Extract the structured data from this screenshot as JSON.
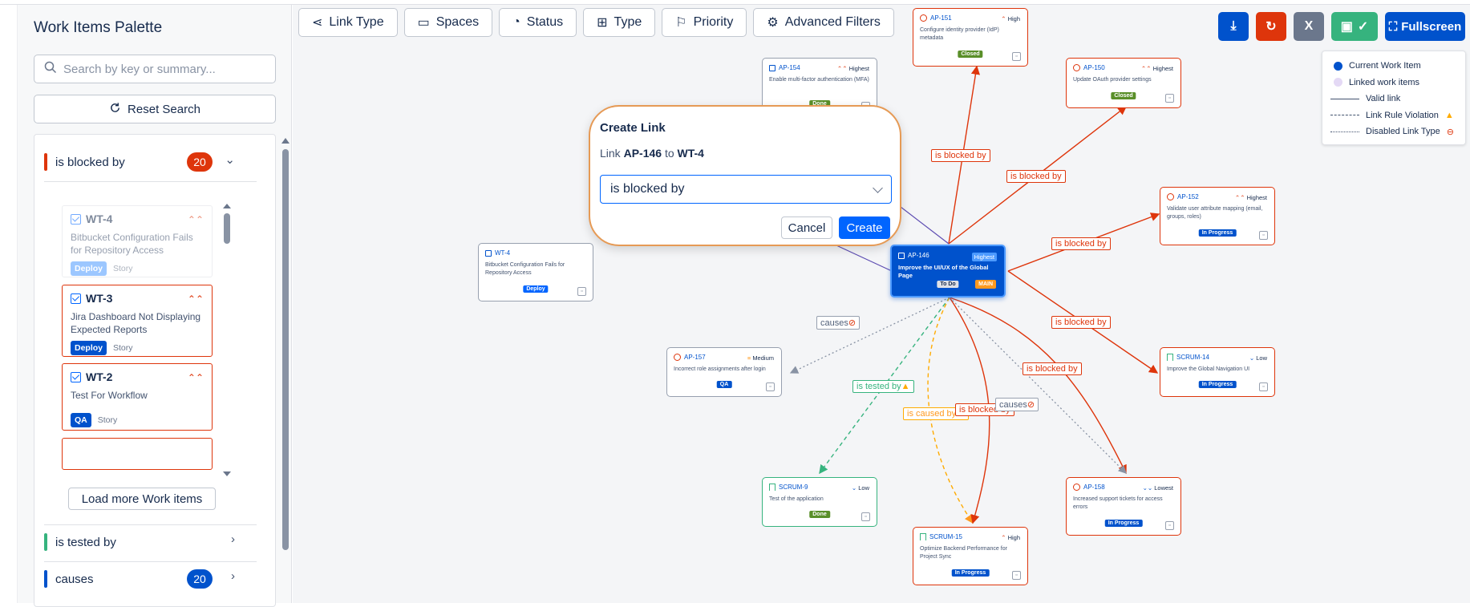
{
  "palette": {
    "title": "Work Items Palette",
    "search_placeholder": "Search by key or summary...",
    "reset_label": "Reset Search",
    "load_more_label": "Load more Work items",
    "groups": [
      {
        "label": "is blocked by",
        "count": "20",
        "color": "#de350b",
        "badge_color": "#de350b",
        "expanded": true
      },
      {
        "label": "is tested by",
        "count": "",
        "color": "#36b37e",
        "expanded": false
      },
      {
        "label": "causes",
        "count": "20",
        "color": "#0052cc",
        "badge_color": "#0052cc",
        "expanded": false
      }
    ],
    "items": [
      {
        "key": "WT-4",
        "summary": "Bitbucket Configuration Fails for Repository Access",
        "tag": "Deploy",
        "type": "Story"
      },
      {
        "key": "WT-3",
        "summary": "Jira Dashboard Not Displaying Expected Reports",
        "tag": "Deploy",
        "type": "Story"
      },
      {
        "key": "WT-2",
        "summary": "Test For Workflow",
        "tag": "QA",
        "type": "Story"
      }
    ]
  },
  "filters": [
    "Link Type",
    "Spaces",
    "Status",
    "Type",
    "Priority",
    "Advanced Filters"
  ],
  "toolbar": {
    "fullscreen_label": "Fullscreen",
    "close_label": "X",
    "save_check": "✓"
  },
  "legend": {
    "current": "Current Work Item",
    "linked": "Linked work items",
    "valid": "Valid link",
    "violation": "Link Rule Violation",
    "disabled": "Disabled Link Type"
  },
  "modal": {
    "title": "Create Link",
    "prefix": "Link",
    "from": "AP-146",
    "mid": "to",
    "to": "WT-4",
    "selected": "is blocked by",
    "cancel": "Cancel",
    "create": "Create"
  },
  "nodes": {
    "ap151": {
      "key": "AP-151",
      "prio": "High",
      "summary": "Configure identity provider (IdP) metadata",
      "status": "Closed"
    },
    "ap154": {
      "key": "AP-154",
      "prio": "Highest",
      "summary": "Enable multi-factor authentication (MFA)",
      "status": "Done"
    },
    "ap150": {
      "key": "AP-150",
      "prio": "Highest",
      "summary": "Update OAuth provider settings",
      "status": "Closed"
    },
    "ap152": {
      "key": "AP-152",
      "prio": "Highest",
      "summary": "Validate user attribute mapping (email, groups, roles)",
      "status": "In Progress"
    },
    "wt4": {
      "key": "WT-4",
      "summary": "Bitbucket Configuration Fails for Repository Access",
      "status": "Deploy"
    },
    "ap146": {
      "key": "AP-146",
      "prio": "Highest",
      "summary": "Improve the UI/UX of the Global Page",
      "status": "To Do",
      "main": "MAIN"
    },
    "scrum14": {
      "key": "SCRUM-14",
      "prio": "Low",
      "summary": "Improve the Global Navigation UI",
      "status": "In Progress"
    },
    "ap157": {
      "key": "AP-157",
      "prio": "Medium",
      "summary": "Incorrect role assignments after login",
      "status": "QA"
    },
    "scrum9": {
      "key": "SCRUM-9",
      "prio": "Low",
      "summary": "Test of the application",
      "status": "Done"
    },
    "scrum15": {
      "key": "SCRUM-15",
      "prio": "High",
      "summary": "Optimize Backend Performance for Project Sync",
      "status": "In Progress"
    },
    "ap158": {
      "key": "AP-158",
      "prio": "Lowest",
      "summary": "Increased support tickets for access errors",
      "status": "In Progress"
    }
  },
  "edges": {
    "e1": "is blocked by",
    "e2": "is blocked by",
    "e3": "is blocked by",
    "e4": "is blocked by",
    "e5": "causes",
    "e6": "is tested by",
    "e7": "is blocked by",
    "e8": "is caused by",
    "e9": "is blocked by",
    "e10": "causes"
  },
  "colors": {
    "blocked": "#de350b",
    "tested": "#36b37e",
    "caused": "#ffab00",
    "causes": "#97a0af",
    "accent": "#0052cc"
  }
}
